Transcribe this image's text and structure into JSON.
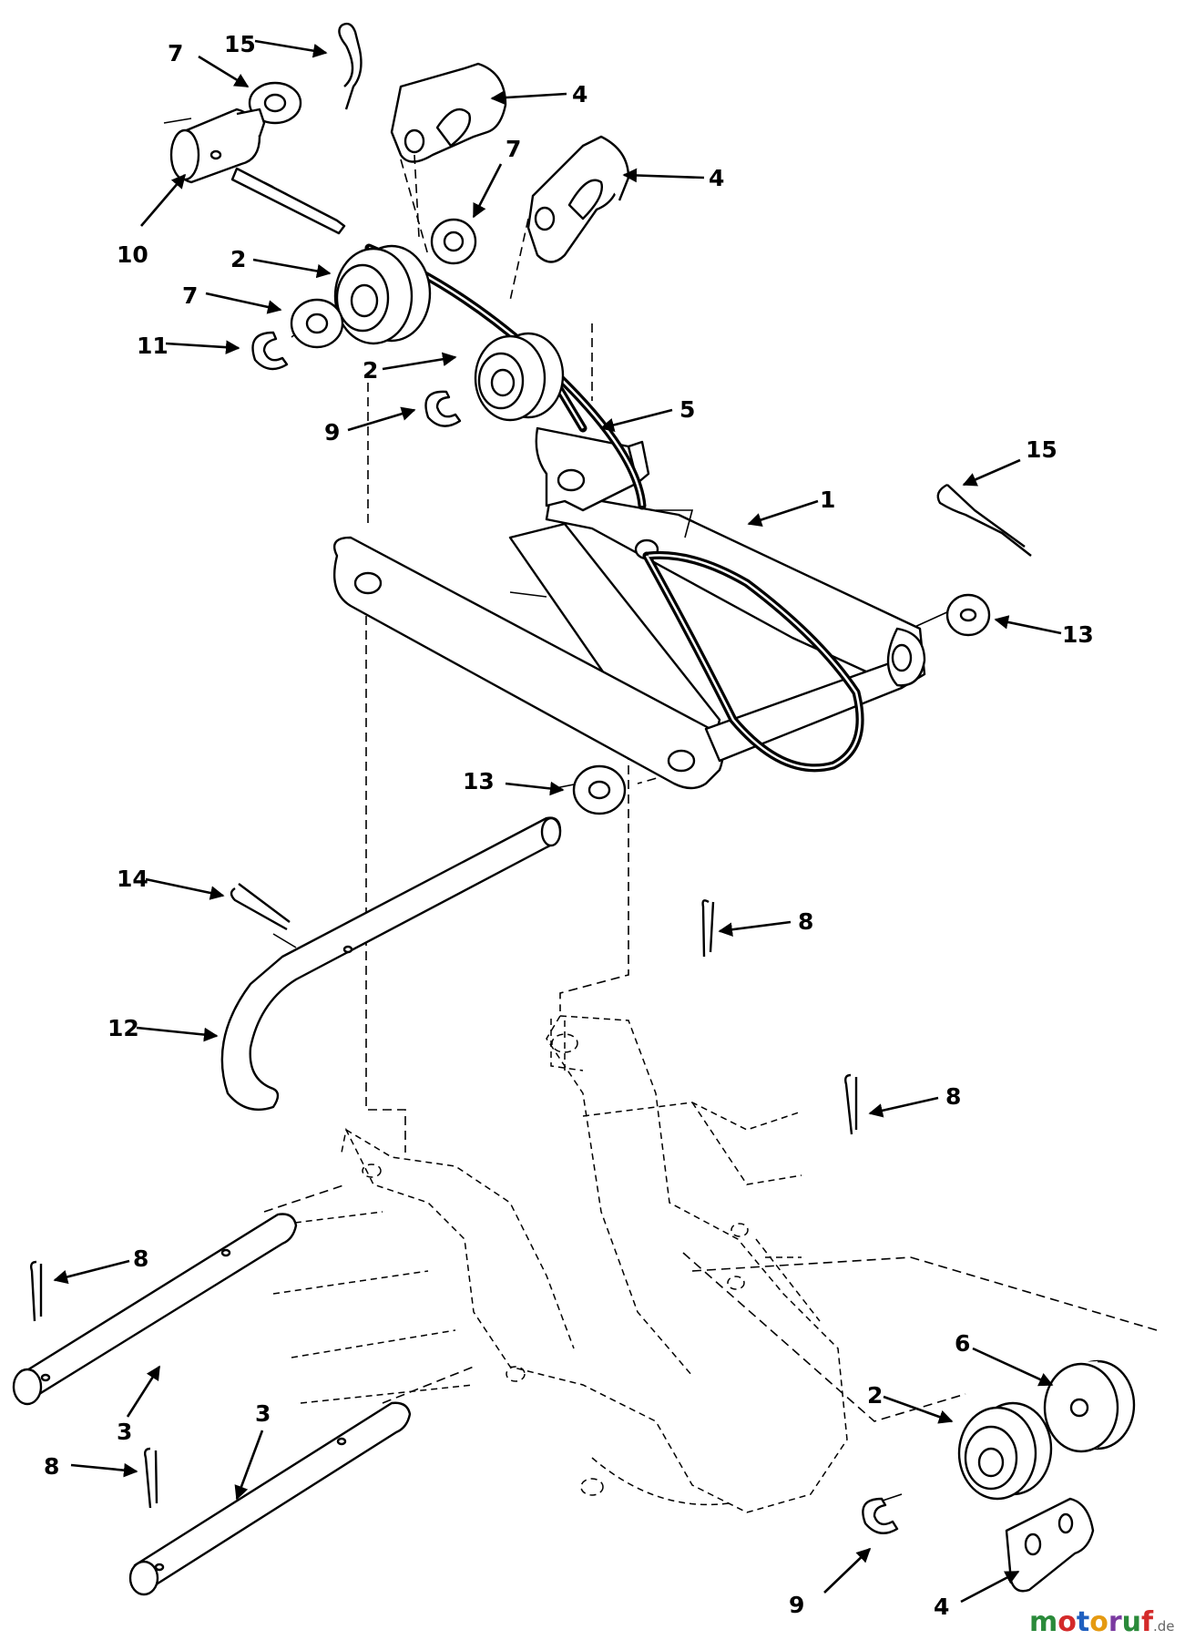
{
  "callouts": [
    {
      "id": "c15a",
      "text": "15"
    },
    {
      "id": "c7a",
      "text": "7"
    },
    {
      "id": "c4a",
      "text": "4"
    },
    {
      "id": "c4b",
      "text": "4"
    },
    {
      "id": "c7b",
      "text": "7"
    },
    {
      "id": "c10",
      "text": "10"
    },
    {
      "id": "c2a",
      "text": "2"
    },
    {
      "id": "c7c",
      "text": "7"
    },
    {
      "id": "c11",
      "text": "11"
    },
    {
      "id": "c2b",
      "text": "2"
    },
    {
      "id": "c5",
      "text": "5"
    },
    {
      "id": "c9a",
      "text": "9"
    },
    {
      "id": "c15b",
      "text": "15"
    },
    {
      "id": "c1",
      "text": "1"
    },
    {
      "id": "c13a",
      "text": "13"
    },
    {
      "id": "c13b",
      "text": "13"
    },
    {
      "id": "c14",
      "text": "14"
    },
    {
      "id": "c8a",
      "text": "8"
    },
    {
      "id": "c12",
      "text": "12"
    },
    {
      "id": "c8b",
      "text": "8"
    },
    {
      "id": "c8c",
      "text": "8"
    },
    {
      "id": "c3a",
      "text": "3"
    },
    {
      "id": "c3b",
      "text": "3"
    },
    {
      "id": "c8d",
      "text": "8"
    },
    {
      "id": "c6",
      "text": "6"
    },
    {
      "id": "c2c",
      "text": "2"
    },
    {
      "id": "c9b",
      "text": "9"
    },
    {
      "id": "c4c",
      "text": "4"
    }
  ],
  "watermark": {
    "letters": [
      "m",
      "o",
      "t",
      "o",
      "r",
      "u",
      "f"
    ],
    "colors": [
      "#2a8a3a",
      "#d42a2a",
      "#1f5fbf",
      "#e59a12",
      "#7a3aa0",
      "#2a8a3a",
      "#d42a2a"
    ],
    "suffix": ".de"
  }
}
